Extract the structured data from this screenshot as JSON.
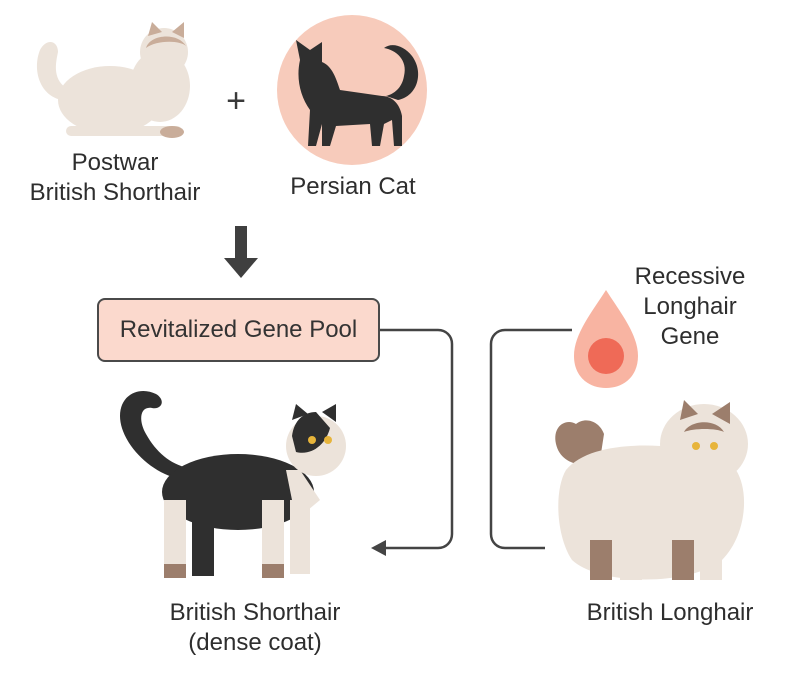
{
  "parents": {
    "left_label": "Postwar\nBritish Shorthair",
    "right_label": "Persian Cat",
    "plus_sign": "+"
  },
  "process": {
    "box_label": "Revitalized Gene Pool"
  },
  "gene": {
    "label": "Recessive\nLonghair\nGene"
  },
  "offspring": {
    "shorthair_label": "British Shorthair\n(dense coat)",
    "longhair_label": "British Longhair"
  },
  "colors": {
    "box_fill": "#fbd9cd",
    "persian_circle": "#f7cbbb",
    "gene_drop": "#f8b4a2",
    "gene_core": "#ef6a57",
    "cream_coat": "#ece3da",
    "dark_coat": "#2f2f2f",
    "brown_points": "#9c7e6c",
    "line": "#444444"
  }
}
